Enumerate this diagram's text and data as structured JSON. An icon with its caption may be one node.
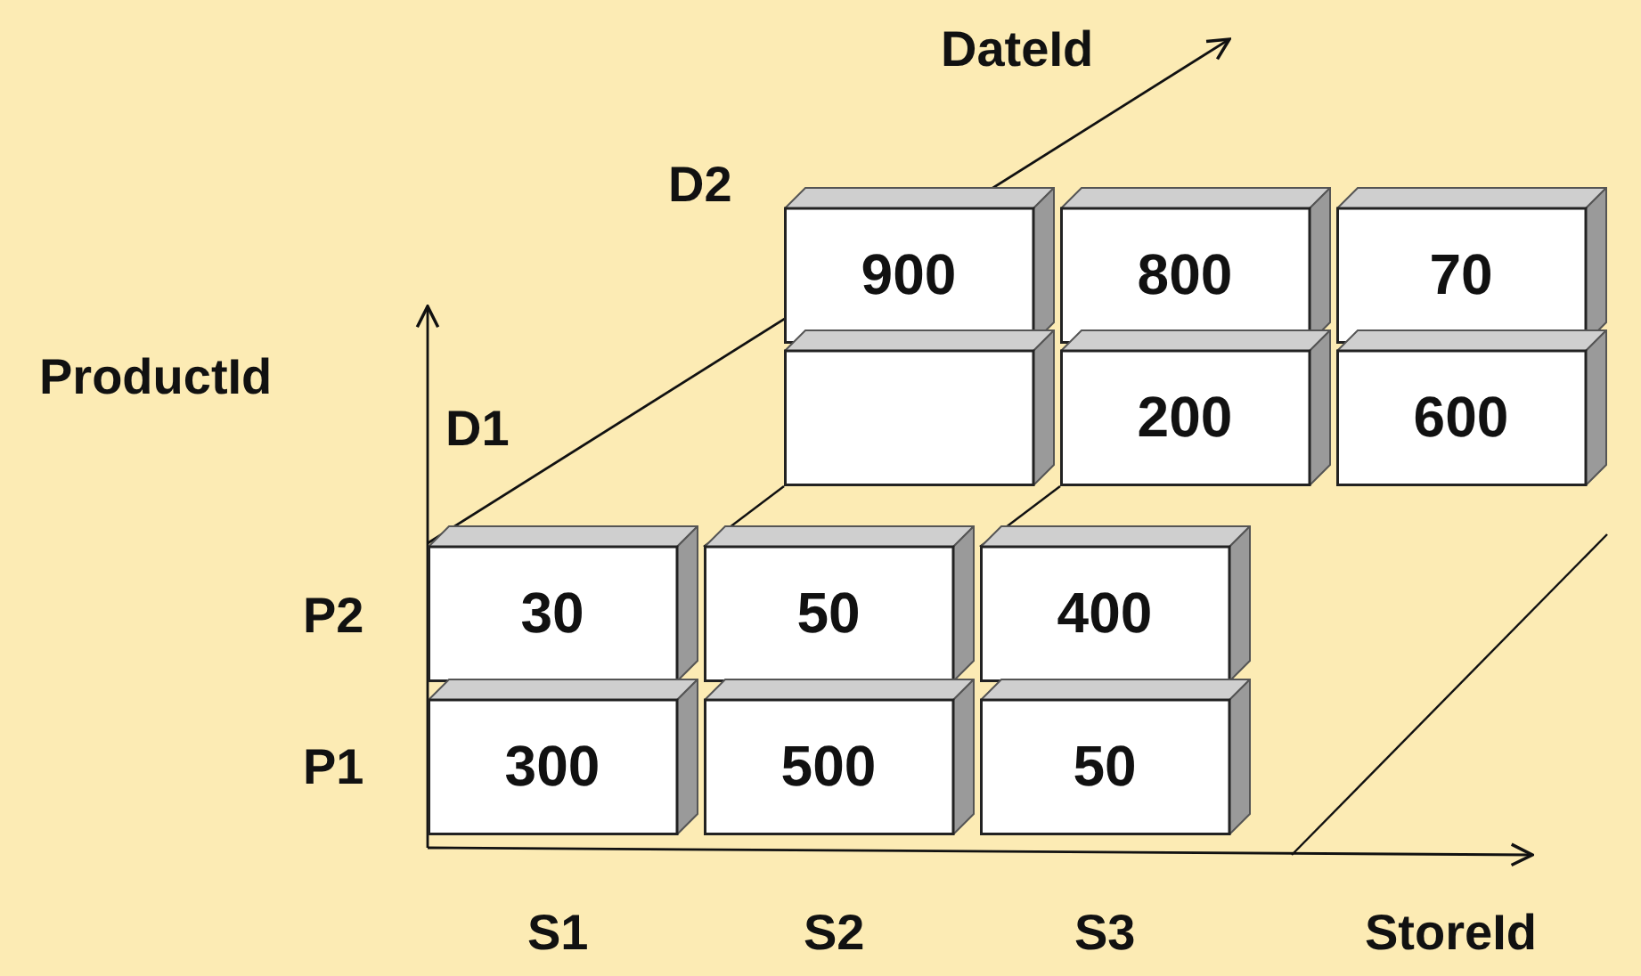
{
  "diagram": {
    "nodes": [
      {
        "text": [
          "900"
        ]
      },
      {
        "text": [
          "800"
        ]
      },
      {
        "text": [
          "70"
        ]
      },
      {
        "text": [],
        "shape": "box"
      },
      {
        "text": [
          "200"
        ]
      },
      {
        "text": [
          "600"
        ]
      },
      {
        "text": [
          "30"
        ]
      },
      {
        "text": [
          "50"
        ]
      },
      {
        "text": [
          "400"
        ]
      },
      {
        "text": [
          "300"
        ]
      },
      {
        "text": [
          "500"
        ]
      },
      {
        "text": [
          "50"
        ]
      }
    ],
    "labels": [
      "DateId",
      "D2",
      "ProductId",
      "D1",
      "P2",
      "P1",
      "S1",
      "S2",
      "S3",
      "StoreId"
    ]
  }
}
